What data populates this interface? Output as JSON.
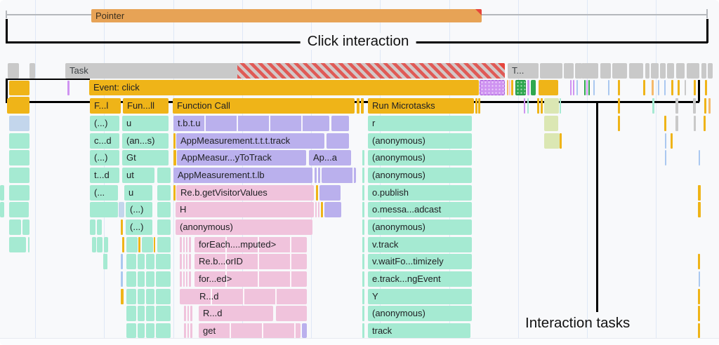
{
  "annotations": {
    "click_interaction_label": "Click interaction",
    "interaction_tasks_label": "Interaction tasks"
  },
  "tracks": {
    "pointer_label": "Pointer",
    "task_label": "Task",
    "task_truncated_label": "T...",
    "event_label": "Event: click"
  },
  "flame": {
    "rows": [
      [
        "F...l",
        "Fun...ll",
        "Function Call",
        "Run Microtasks"
      ],
      [
        "(...)",
        "u",
        "t.b.t.u",
        "r"
      ],
      [
        "c...d",
        "(an...s)",
        "AppMeasurement.t.t.t.track",
        "(anonymous)"
      ],
      [
        "(...)",
        "Gt",
        "AppMeasur...yToTrack",
        "Ap...a",
        "(anonymous)"
      ],
      [
        "t...d",
        "ut",
        "AppMeasurement.t.lb",
        "(anonymous)"
      ],
      [
        "(...",
        "u",
        "Re.b.getVisitorValues",
        "o.publish"
      ],
      [
        "(...)",
        "H",
        "o.messa...adcast"
      ],
      [
        "(...)",
        "(anonymous)",
        "(anonymous)"
      ],
      [
        "forEach....mputed>",
        "v.track"
      ],
      [
        "Re.b...orID",
        "v.waitFo...timizely"
      ],
      [
        "for...ed>",
        "e.track...ngEvent"
      ],
      [
        "R...d",
        "Y"
      ],
      [
        "R...d",
        "(anonymous)"
      ],
      [
        "get",
        "track"
      ]
    ]
  },
  "colors": {
    "scripting_yellow": "#efb418",
    "teal": "#a5ead2",
    "teal_light": "#c6ece2",
    "purple": "#bab0ed",
    "pink": "#f0c3dc",
    "violet_dotted": "#cf93f1",
    "green": "#2fa84f",
    "task_gray": "#c9c9c9",
    "olive": "#dbe7b3",
    "blue_block": "#c3d6ec",
    "pointer_orange": "#e7a356",
    "alert_red": "#e6453c"
  }
}
